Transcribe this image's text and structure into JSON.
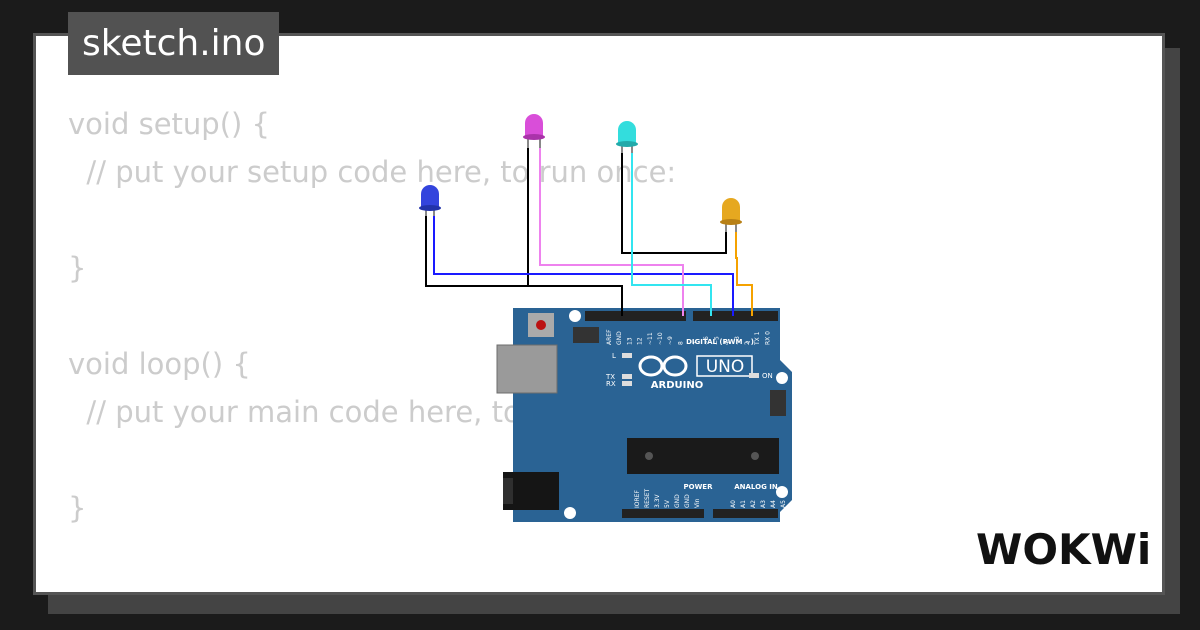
{
  "editor": {
    "filename": "sketch.ino",
    "code_lines": [
      "void setup() {",
      "  // put your setup code here, to run once:",
      "",
      "}",
      "",
      "void loop() {",
      "  // put your main code here, to run repeatedly:",
      "",
      "}"
    ]
  },
  "board": {
    "brand": "ARDUINO",
    "model": "UNO",
    "label_digital": "DIGITAL (PWM ~)",
    "label_power": "POWER",
    "label_analog": "ANALOG IN",
    "label_on": "ON",
    "label_l": "L",
    "label_tx": "TX",
    "label_rx": "RX",
    "digital_pins": [
      "AREF",
      "GND",
      "13",
      "12",
      "~11",
      "~10",
      "~9",
      "8",
      "7",
      "~6",
      "~5",
      "4",
      "~3",
      "2",
      "TX 1",
      "RX 0"
    ],
    "power_pins": [
      "IOREF",
      "RESET",
      "3.3V",
      "5V",
      "GND",
      "GND",
      "Vin"
    ],
    "analog_pins": [
      "A0",
      "A1",
      "A2",
      "A3",
      "A4",
      "A5"
    ],
    "color": "#2a6394"
  },
  "leds": [
    {
      "color": "blue",
      "hex": "#3344dd"
    },
    {
      "color": "magenta",
      "hex": "#d94ed9"
    },
    {
      "color": "cyan",
      "hex": "#33dddd"
    },
    {
      "color": "orange",
      "hex": "#e6a820"
    }
  ],
  "wires": [
    {
      "color": "#000000"
    },
    {
      "color": "#1a1aff"
    },
    {
      "color": "#ee82ee"
    },
    {
      "color": "#33e5f0"
    },
    {
      "color": "#f5a200"
    }
  ],
  "logo": {
    "text": "WOKWi"
  }
}
